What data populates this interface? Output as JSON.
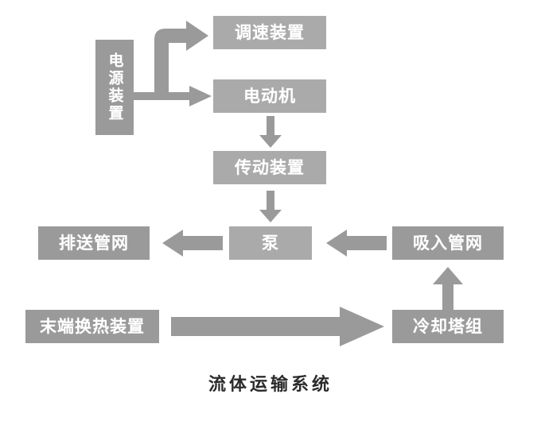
{
  "diagram": {
    "title": "流体运输系统",
    "colors": {
      "box_dark": "#9a9a9a",
      "box_light": "#aaaaaa",
      "arrow": "#9a9a9a",
      "text": "#ffffff",
      "caption_text": "#2b2b2b",
      "background": "#ffffff"
    },
    "nodes": [
      {
        "id": "power-supply",
        "label": "电源装置",
        "orientation": "vertical",
        "shade": "dark"
      },
      {
        "id": "speed-regulator",
        "label": "调速装置",
        "orientation": "horizontal",
        "shade": "light"
      },
      {
        "id": "electric-motor",
        "label": "电动机",
        "orientation": "horizontal",
        "shade": "light"
      },
      {
        "id": "transmission",
        "label": "传动装置",
        "orientation": "horizontal",
        "shade": "light"
      },
      {
        "id": "pump",
        "label": "泵",
        "orientation": "horizontal",
        "shade": "light"
      },
      {
        "id": "discharge-pipe-net",
        "label": "排送管网",
        "orientation": "horizontal",
        "shade": "dark"
      },
      {
        "id": "suction-pipe-net",
        "label": "吸入管网",
        "orientation": "horizontal",
        "shade": "dark"
      },
      {
        "id": "terminal-heat-exchanger",
        "label": "末端换热装置",
        "orientation": "horizontal",
        "shade": "dark"
      },
      {
        "id": "cooling-tower-group",
        "label": "冷却塔组",
        "orientation": "horizontal",
        "shade": "dark"
      }
    ],
    "connections": [
      {
        "id": "power-to-speed-regulator",
        "from": "电源装置",
        "to": "调速装置",
        "shape": "elbow-up-right"
      },
      {
        "id": "power-to-motor",
        "from": "电源装置",
        "to": "电动机",
        "shape": "straight-right"
      },
      {
        "id": "motor-to-transmission",
        "from": "电动机",
        "to": "传动装置",
        "shape": "straight-down"
      },
      {
        "id": "transmission-to-pump",
        "from": "传动装置",
        "to": "泵",
        "shape": "straight-down"
      },
      {
        "id": "pump-to-discharge",
        "from": "泵",
        "to": "排送管网",
        "shape": "straight-left"
      },
      {
        "id": "suction-to-pump",
        "from": "吸入管网",
        "to": "泵",
        "shape": "straight-left"
      },
      {
        "id": "cooling-tower-to-suction",
        "from": "冷却塔组",
        "to": "吸入管网",
        "shape": "straight-up"
      },
      {
        "id": "terminal-to-cooling-tower",
        "from": "末端换热装置",
        "to": "冷却塔组",
        "shape": "straight-right-long"
      }
    ]
  }
}
